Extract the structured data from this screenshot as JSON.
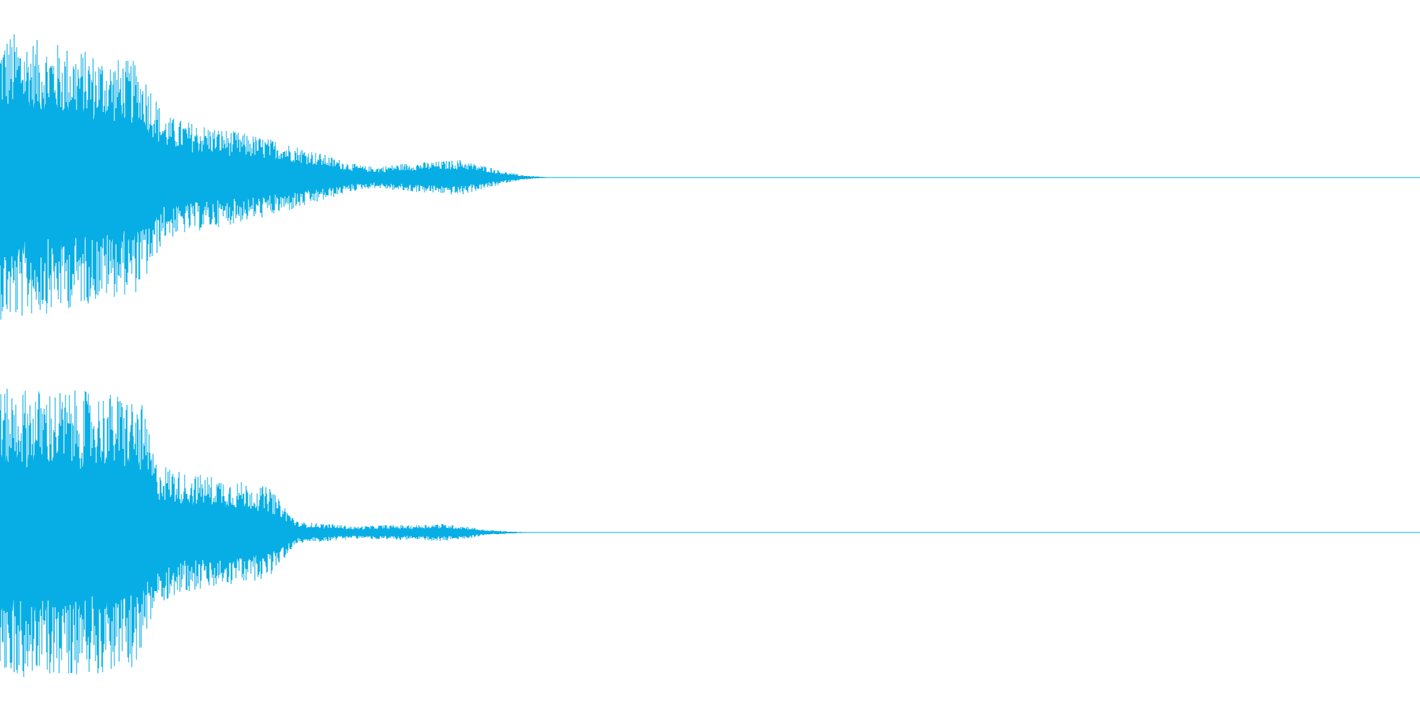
{
  "chart_data": {
    "type": "area",
    "title": "",
    "xlabel": "",
    "ylabel": "",
    "grid": false,
    "ylim": [
      -1,
      1
    ],
    "xlim": [
      0,
      1
    ],
    "color": "#06aee5",
    "series": [
      {
        "channel": 1,
        "envelope_x": [
          0.0,
          0.01,
          0.025,
          0.04,
          0.06,
          0.08,
          0.095,
          0.105,
          0.115,
          0.13,
          0.15,
          0.17,
          0.19,
          0.21,
          0.23,
          0.245,
          0.255,
          0.265,
          0.28,
          0.295,
          0.31,
          0.325,
          0.335,
          0.345,
          0.355,
          0.365,
          0.375,
          0.385,
          1.0
        ],
        "envelope_y": [
          0.95,
          0.97,
          0.92,
          0.9,
          0.85,
          0.8,
          0.78,
          0.65,
          0.42,
          0.38,
          0.34,
          0.3,
          0.26,
          0.21,
          0.15,
          0.1,
          0.08,
          0.07,
          0.09,
          0.1,
          0.11,
          0.12,
          0.09,
          0.07,
          0.04,
          0.02,
          0.01,
          0.003,
          0.0
        ]
      },
      {
        "channel": 2,
        "envelope_x": [
          0.0,
          0.01,
          0.03,
          0.05,
          0.07,
          0.09,
          0.1,
          0.11,
          0.13,
          0.15,
          0.17,
          0.19,
          0.2,
          0.21,
          0.23,
          0.25,
          0.27,
          0.29,
          0.31,
          0.33,
          0.34,
          0.355,
          0.37,
          1.0
        ],
        "envelope_y": [
          0.95,
          0.97,
          0.96,
          0.95,
          0.94,
          0.92,
          0.85,
          0.48,
          0.4,
          0.38,
          0.34,
          0.3,
          0.18,
          0.07,
          0.06,
          0.04,
          0.05,
          0.05,
          0.06,
          0.04,
          0.02,
          0.01,
          0.003,
          0.0
        ]
      }
    ]
  }
}
